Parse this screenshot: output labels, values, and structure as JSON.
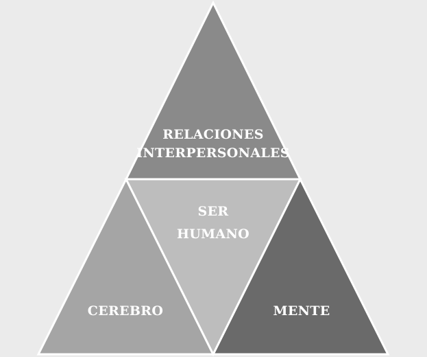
{
  "diagram": {
    "colors": {
      "background": "#ebebeb",
      "top": "#8a8a8a",
      "center": "#bdbdbd",
      "left": "#a5a5a5",
      "right": "#6a6a6a",
      "outline": "#ffffff",
      "text": "#ffffff"
    },
    "top_triangle": {
      "line1": "RELACIONES",
      "line2": "INTERPERSONALES"
    },
    "center_triangle": {
      "line1": "SER",
      "line2": "HUMANO"
    },
    "left_triangle": {
      "label": "CEREBRO"
    },
    "right_triangle": {
      "label": "MENTE"
    }
  }
}
